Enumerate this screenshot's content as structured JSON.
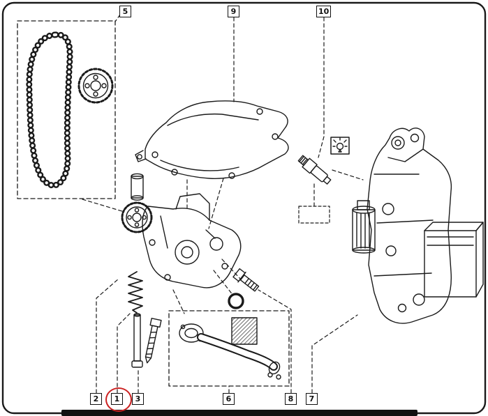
{
  "diagram": {
    "callouts": {
      "c5": "5",
      "c9": "9",
      "c10": "10",
      "c2": "2",
      "c1": "1",
      "c3": "3",
      "c6": "6",
      "c8": "8",
      "c7": "7"
    },
    "highlighted_callout": "1",
    "colors": {
      "line": "#1a1a1a",
      "highlight": "#cc2222",
      "background": "#ffffff"
    },
    "icons": {
      "indicator": "oil-pressure-indicator-icon"
    }
  }
}
